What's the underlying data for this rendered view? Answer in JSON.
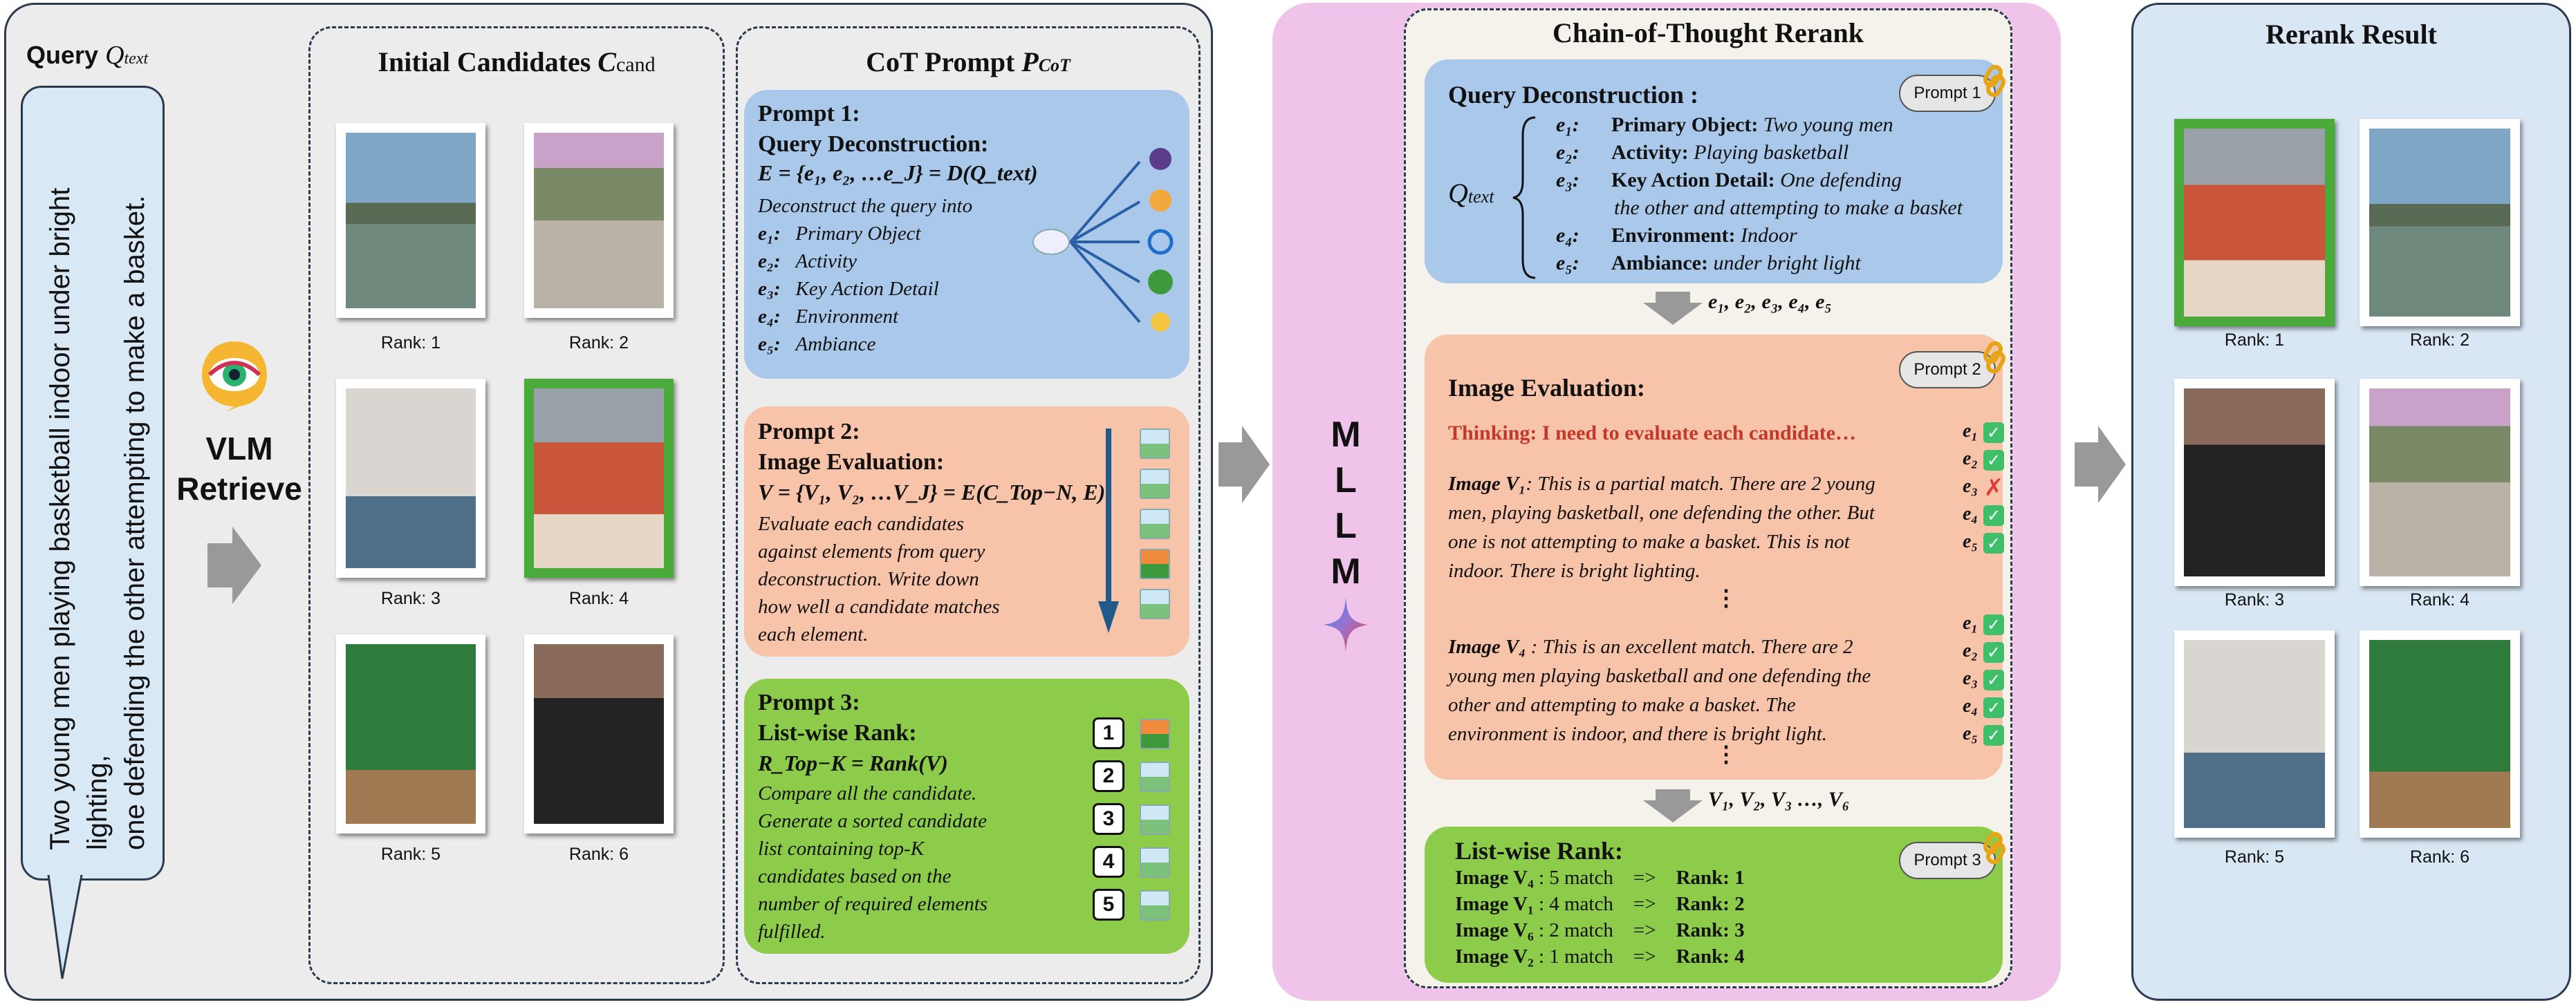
{
  "query": {
    "title": "Query",
    "symbol": "Q",
    "symbol_sub": "text",
    "text_line1": "Two young men playing basketball indoor  under bright lighting,",
    "text_line2": "one defending the other attempting to make a basket."
  },
  "retrieve": {
    "line1": "VLM",
    "line2": "Retrieve"
  },
  "candidates": {
    "title": "Initial Candidates",
    "symbol": "C",
    "symbol_sub": "cand",
    "ranks": [
      "Rank: 1",
      "Rank: 2",
      "Rank: 3",
      "Rank: 4",
      "Rank: 5",
      "Rank: 6"
    ]
  },
  "cot": {
    "title": "CoT Prompt",
    "symbol": "P",
    "symbol_sub": "CoT",
    "p1": {
      "head": "Prompt 1:",
      "name": "Query Deconstruction:",
      "formula": "E = {e₁, e₂, …e_J} = D(Q_text)",
      "desc": "Deconstruct the query into",
      "items": [
        {
          "e": "e₁:",
          "t": "Primary Object"
        },
        {
          "e": "e₂:",
          "t": "Activity"
        },
        {
          "e": "e₃:",
          "t": "Key Action Detail"
        },
        {
          "e": "e₄:",
          "t": "Environment"
        },
        {
          "e": "e₅:",
          "t": "Ambiance"
        }
      ]
    },
    "p2": {
      "head": "Prompt 2:",
      "name": "Image Evaluation:",
      "formula": "V = {V₁, V₂, …V_J} = E(C_Top−N, E)",
      "desc": [
        "Evaluate each candidates",
        "against elements from query",
        "deconstruction. Write down",
        "how well a candidate matches",
        "each element."
      ]
    },
    "p3": {
      "head": "Prompt 3:",
      "name": "List-wise Rank:",
      "formula": "R_Top−K = Rank(V)",
      "desc": [
        "Compare all the candidate.",
        "Generate a sorted candidate",
        "list containing top-K",
        "candidates based on the",
        "number of required elements",
        "fulfilled."
      ],
      "nums": [
        "1",
        "2",
        "3",
        "4",
        "5"
      ]
    }
  },
  "mllm": {
    "letters": [
      "M",
      "L",
      "L",
      "M"
    ]
  },
  "chain": {
    "title": "Chain-of-Thought Rerank",
    "qd": {
      "title": "Query Deconstruction :",
      "prompt": "Prompt 1",
      "qlabel": "Q",
      "qsub": "text",
      "items": [
        {
          "e": "e₁:",
          "k": "Primary Object:",
          "v": "Two young men"
        },
        {
          "e": "e₂:",
          "k": "Activity:",
          "v": "Playing basketball"
        },
        {
          "e": "e₃:",
          "k": "Key Action Detail:",
          "v": "One defending"
        },
        {
          "e": "",
          "k": "",
          "v": "the other and attempting to make a basket"
        },
        {
          "e": "e₄:",
          "k": "Environment:",
          "v": "Indoor"
        },
        {
          "e": "e₅:",
          "k": "Ambiance:",
          "v": "under bright light"
        }
      ]
    },
    "arrow1_label": "e₁, e₂, e₃, e₄, e₅",
    "ie": {
      "title": "Image Evaluation:",
      "prompt": "Prompt 2",
      "thinking": "Thinking: I need to evaluate each candidate…",
      "v1_label": "Image V₁",
      "v1_text": [
        ": This is a partial match. There are 2 young",
        "men, playing basketball,  one defending the other. But",
        "one is not attempting to make a basket. This is not",
        "indoor. There is bright lighting."
      ],
      "v4_label": "Image V₄",
      "v4_text": [
        " : This is an excellent match. There are 2",
        "young men playing basketball and one defending the",
        "other and attempting to make a basket. The",
        "environment is indoor, and there is bright light."
      ],
      "dots": "⋮",
      "checks1": [
        {
          "e": "e₁",
          "ok": true
        },
        {
          "e": "e₂",
          "ok": true
        },
        {
          "e": "e₃",
          "ok": false
        },
        {
          "e": "e₄",
          "ok": true
        },
        {
          "e": "e₅",
          "ok": true
        }
      ],
      "checks2": [
        {
          "e": "e₁",
          "ok": true
        },
        {
          "e": "e₂",
          "ok": true
        },
        {
          "e": "e₃",
          "ok": true
        },
        {
          "e": "e₄",
          "ok": true
        },
        {
          "e": "e₅",
          "ok": true
        }
      ]
    },
    "arrow2_label": "V₁, V₂, V₃ …, V₆",
    "lr": {
      "title": "List-wise Rank:",
      "prompt": "Prompt 3",
      "rows": [
        {
          "img": "Image V₄",
          "m": ": 5 match",
          "r": "Rank: 1"
        },
        {
          "img": "Image V₁",
          "m": ": 4 match",
          "r": "Rank: 2"
        },
        {
          "img": "Image V₆",
          "m": ": 2 match",
          "r": "Rank: 3"
        },
        {
          "img": "Image V₂",
          "m": ": 1 match",
          "r": "Rank: 4"
        }
      ],
      "arrow": "=>"
    }
  },
  "result": {
    "title": "Rerank Result",
    "ranks": [
      "Rank: 1",
      "Rank: 2",
      "Rank: 3",
      "Rank: 4",
      "Rank: 5",
      "Rank: 6"
    ]
  },
  "colors": {
    "blue_box": "#a9c8ea",
    "orange_box": "#f7c3a9",
    "green_box": "#8dcc4a",
    "mllm_panel": "#f0c4ea",
    "result_panel": "#d9e7f4",
    "chain_bg": "#f4f2ea",
    "thinking": "#c0392b",
    "arrow_gray": "#999999"
  }
}
